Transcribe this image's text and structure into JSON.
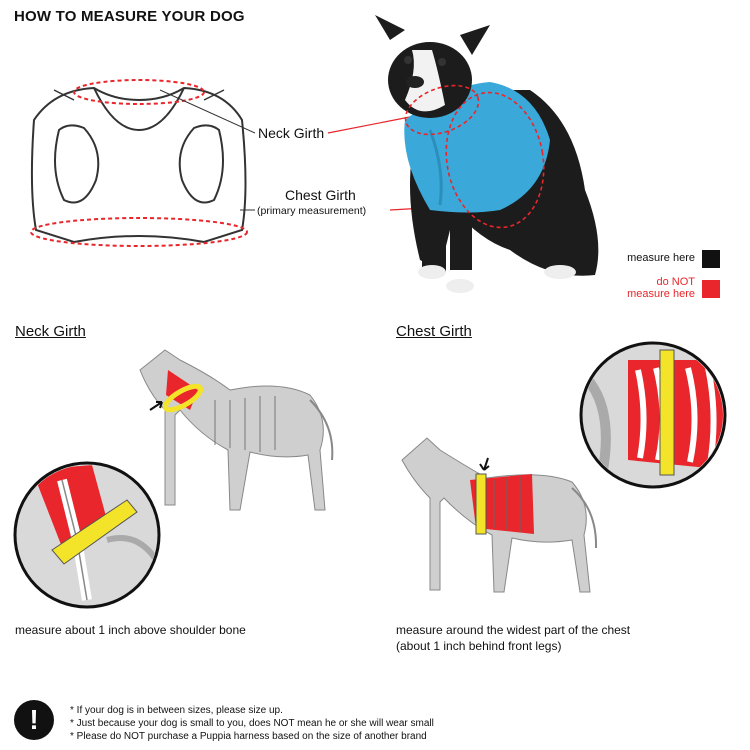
{
  "title": "HOW TO MEASURE YOUR DOG",
  "top_callouts": {
    "neck": "Neck Girth",
    "chest": "Chest Girth",
    "chest_sub": "(primary measurement)"
  },
  "legend": {
    "measure_here": "measure here",
    "do_not_line1": "do NOT",
    "do_not_line2": "measure here",
    "colors": {
      "measure_here": "#111111",
      "do_not": "#e8262b"
    }
  },
  "sections": {
    "neck": {
      "title": "Neck Girth",
      "caption": "measure about 1 inch above shoulder bone"
    },
    "chest": {
      "title": "Chest Girth",
      "caption_line1": "measure around the widest part of the chest",
      "caption_line2": "(about 1 inch behind front legs)"
    }
  },
  "warning": {
    "icon": "exclamation-icon",
    "symbol": "!",
    "notes": [
      "* If your dog is in between sizes, please size up.",
      "* Just because your dog is small to you, does NOT mean he or she will wear small",
      "* Please do NOT purchase a Puppia harness based on the size of another brand"
    ]
  },
  "colors": {
    "harness_blue": "#3aa8d8",
    "tape_yellow": "#f3e42a",
    "highlight_red": "#e8262b"
  }
}
